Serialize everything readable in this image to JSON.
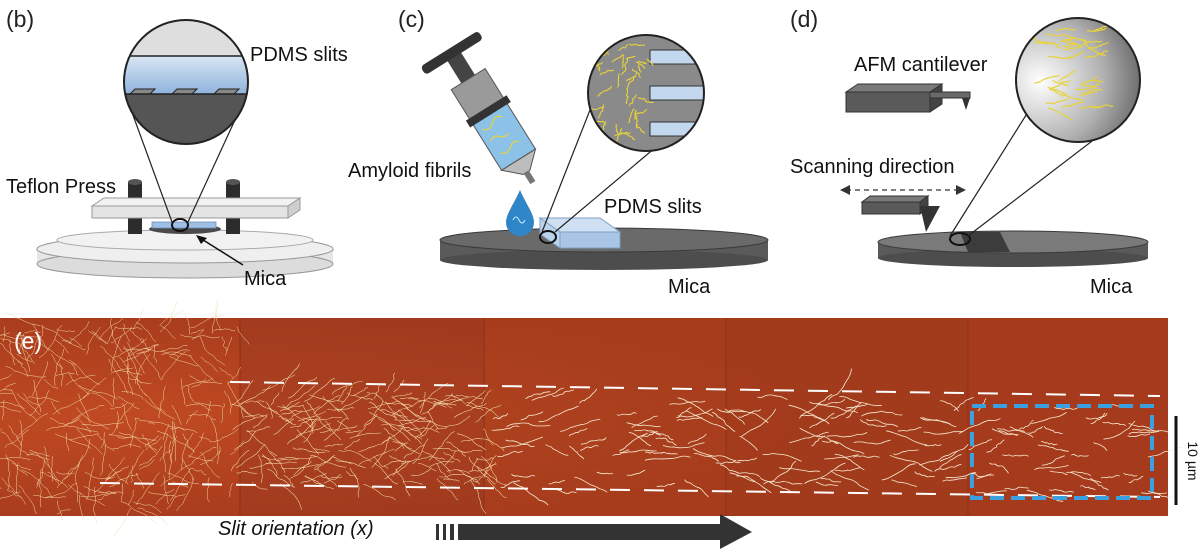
{
  "panels": {
    "b": {
      "letter": "(b)",
      "pdms_label": "PDMS slits",
      "press_label": "Teflon Press",
      "mica_label": "Mica"
    },
    "c": {
      "letter": "(c)",
      "fibrils_label": "Amyloid fibrils",
      "pdms_label": "PDMS slits",
      "mica_label": "Mica"
    },
    "d": {
      "letter": "(d)",
      "cantilever_label": "AFM cantilever",
      "scan_label": "Scanning direction",
      "mica_label": "Mica"
    },
    "e": {
      "letter": "(e)",
      "scale_label": "10 µm",
      "orientation_label": "Slit orientation (x)"
    }
  },
  "colors": {
    "afm_background": "#a53a1c",
    "fibril": "#f2d9a8",
    "highlight_box": "#3aa0e0",
    "pdms_blue": "#a9c6e6",
    "dark_gray": "#555555",
    "arrow": "#333333"
  }
}
